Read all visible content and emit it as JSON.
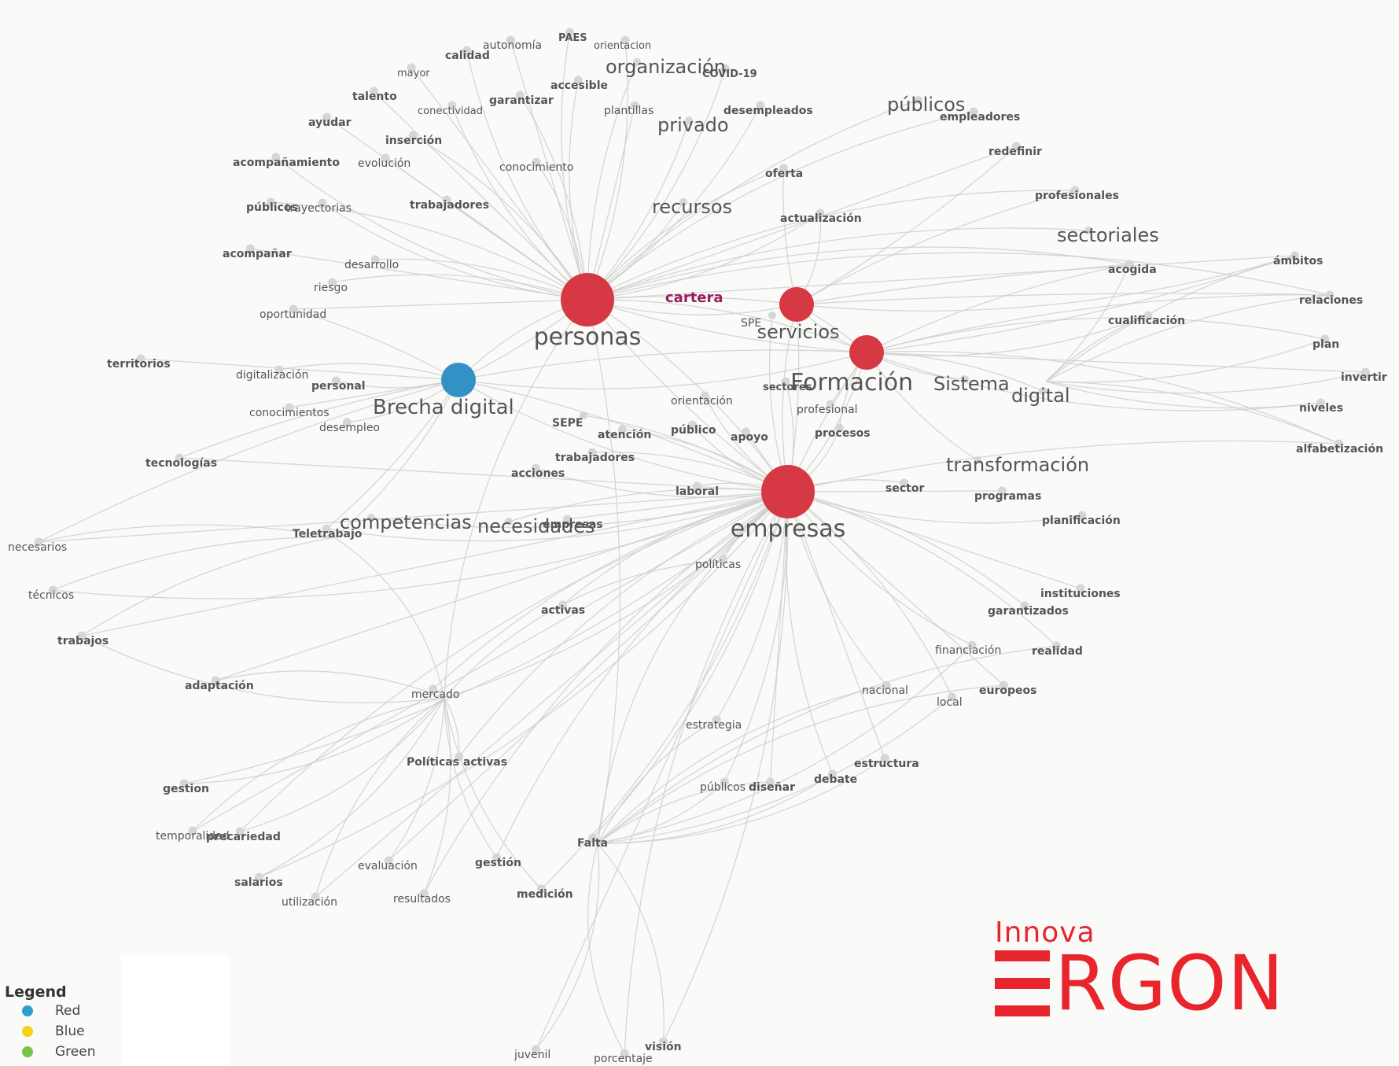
{
  "legend": {
    "title": "Legend",
    "items": [
      {
        "label": "Red",
        "color": "#2e9bd1"
      },
      {
        "label": "Blue",
        "color": "#f5d21a"
      },
      {
        "label": "Green",
        "color": "#7cc24a"
      }
    ]
  },
  "logo": {
    "small": "Innova",
    "big": "RGON"
  },
  "colors": {
    "hub_red": "#d63844",
    "hub_blue": "#3292c6",
    "cartera": "#9a1e5a",
    "edge": "#cfcfcf",
    "node": "#d6d6d6"
  },
  "hubs": [
    {
      "id": "personas",
      "label": "personas",
      "color": "#d63844"
    },
    {
      "id": "empresas",
      "label": "empresas",
      "color": "#d63844"
    },
    {
      "id": "servicios",
      "label": "servicios",
      "color": "#d63844"
    },
    {
      "id": "formacion",
      "label": "Formación",
      "color": "#d63844"
    },
    {
      "id": "brecha",
      "label": "Brecha digital",
      "color": "#3292c6"
    }
  ],
  "terms": {
    "large": [
      "organización",
      "privado",
      "públicos",
      "recursos",
      "sectoriales",
      "Sistema",
      "digital",
      "transformación",
      "competencias",
      "necesidades"
    ],
    "medium": [
      "cartera",
      "SPE",
      "SEPE"
    ],
    "small": [
      "PAES",
      "autonomía",
      "orientacion",
      "calidad",
      "mayor",
      "COVID-19",
      "accesible",
      "talento",
      "garantizar",
      "conectividad",
      "plantillas",
      "desempleados",
      "empleadores",
      "ayudar",
      "inserción",
      "acompañamiento",
      "evolución",
      "conocimiento",
      "oferta",
      "redefinir",
      "públicos",
      "trayectorias",
      "trabajadores",
      "actualización",
      "profesionales",
      "acompañar",
      "desarrollo",
      "acogida",
      "ámbitos",
      "riesgo",
      "relaciones",
      "oportunidad",
      "cualificación",
      "plan",
      "territorios",
      "digitalización",
      "personal",
      "invertir",
      "sectores",
      "orientación",
      "conocimientos",
      "niveles",
      "desempleo",
      "profesional",
      "atención",
      "público",
      "apoyo",
      "procesos",
      "alfabetización",
      "tecnologías",
      "trabajadores",
      "acciones",
      "empresas",
      "laboral",
      "sector",
      "programas",
      "planificación",
      "Teletrabajo",
      "necesarios",
      "políticas",
      "técnicos",
      "instituciones",
      "activas",
      "garantizados",
      "trabajos",
      "financiación",
      "realidad",
      "adaptación",
      "nacional",
      "local",
      "europeos",
      "mercado",
      "estrategia",
      "estructura",
      "Políticas activas",
      "públicos",
      "diseñar",
      "debate",
      "gestion",
      "temporalidad",
      "precariedad",
      "Falta",
      "evaluación",
      "gestión",
      "salarios",
      "utilización",
      "resultados",
      "medición",
      "juvenil",
      "porcentaje",
      "visión"
    ]
  }
}
